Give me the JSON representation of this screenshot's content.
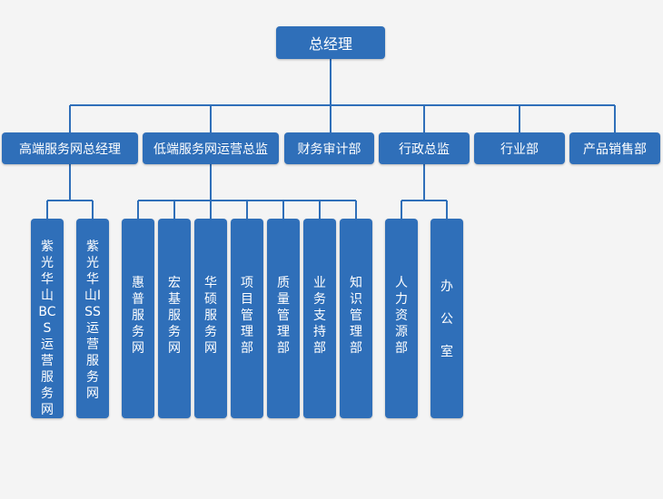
{
  "colors": {
    "box": "#2f6fb9",
    "line": "#2f6fb9",
    "background": "#f4f4f4"
  },
  "org": {
    "root": "总经理",
    "departments": [
      "高端服务网总经理",
      "低端服务网运营总监",
      "财务审计部",
      "行政总监",
      "行业部",
      "产品销售部"
    ],
    "high_end_units": [
      "紫光华山BCS运营服务网",
      "紫光华山ISS运营服务网"
    ],
    "low_end_units": [
      "惠普服务网",
      "宏基服务网",
      "华硕服务网",
      "项目管理部",
      "质量管理部",
      "业务支持部",
      "知识管理部"
    ],
    "admin_units": [
      "人力资源部",
      "办  公  室"
    ]
  }
}
